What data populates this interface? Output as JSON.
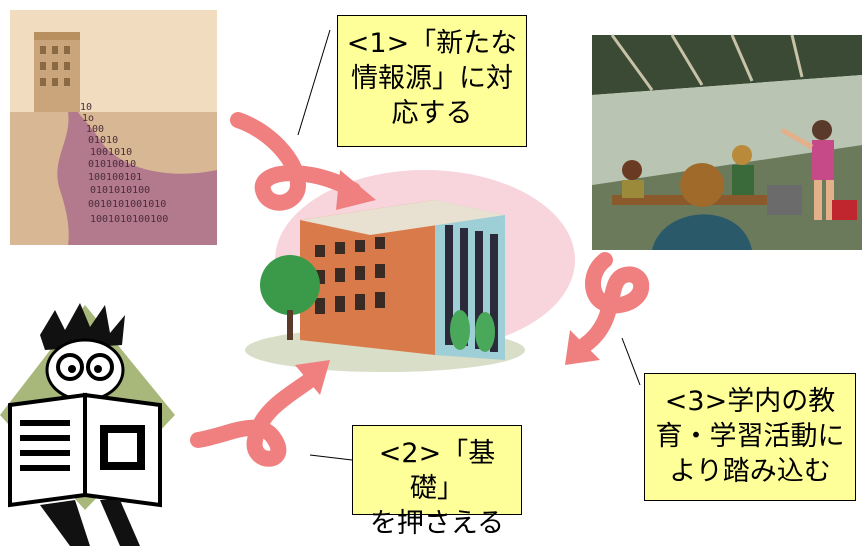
{
  "callouts": {
    "c1": "<1>「新たな\n情報源」に対\n応する",
    "c2": "<2>「基礎」\nを押さえる",
    "c3": "<3>学内の教\n育・学習活動に\nより踏み込む"
  },
  "digital_bits": [
    "10",
    "1o",
    "100",
    "01010",
    "1001010",
    "01010010",
    "100100101",
    "0101010100",
    "0010101001010",
    "1001010100100"
  ],
  "colors": {
    "callout_bg": "#ffff99",
    "arrow": "#f08080",
    "arrow_dark": "#d45c6a"
  }
}
